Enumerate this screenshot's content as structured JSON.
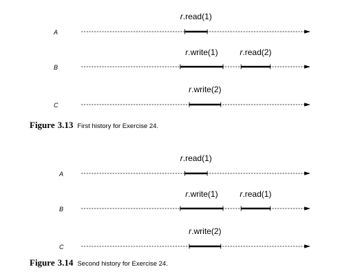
{
  "figures": [
    {
      "caption_prefix": "Figure",
      "caption_number": "3.13",
      "caption_text": "First history for Exercise 24.",
      "rows": [
        {
          "process": "A",
          "ops": [
            {
              "obj": "r",
              "text": ".read(1)",
              "start": 0.46,
              "end": 0.56
            }
          ]
        },
        {
          "process": "B",
          "ops": [
            {
              "obj": "r",
              "text": ".write(1)",
              "start": 0.44,
              "end": 0.63
            },
            {
              "obj": "r",
              "text": ".read(2)",
              "start": 0.71,
              "end": 0.84
            }
          ]
        },
        {
          "process": "C",
          "ops": [
            {
              "obj": "r",
              "text": ".write(2)",
              "start": 0.48,
              "end": 0.62
            }
          ]
        }
      ]
    },
    {
      "caption_prefix": "Figure",
      "caption_number": "3.14",
      "caption_text": "Second history for Exercise 24.",
      "rows": [
        {
          "process": "A",
          "ops": [
            {
              "obj": "r",
              "text": ".read(1)",
              "start": 0.46,
              "end": 0.56
            }
          ]
        },
        {
          "process": "B",
          "ops": [
            {
              "obj": "r",
              "text": ".write(1)",
              "start": 0.44,
              "end": 0.63
            },
            {
              "obj": "r",
              "text": ".read(1)",
              "start": 0.71,
              "end": 0.84
            }
          ]
        },
        {
          "process": "C",
          "ops": [
            {
              "obj": "r",
              "text": ".write(2)",
              "start": 0.48,
              "end": 0.62
            }
          ]
        }
      ]
    }
  ]
}
